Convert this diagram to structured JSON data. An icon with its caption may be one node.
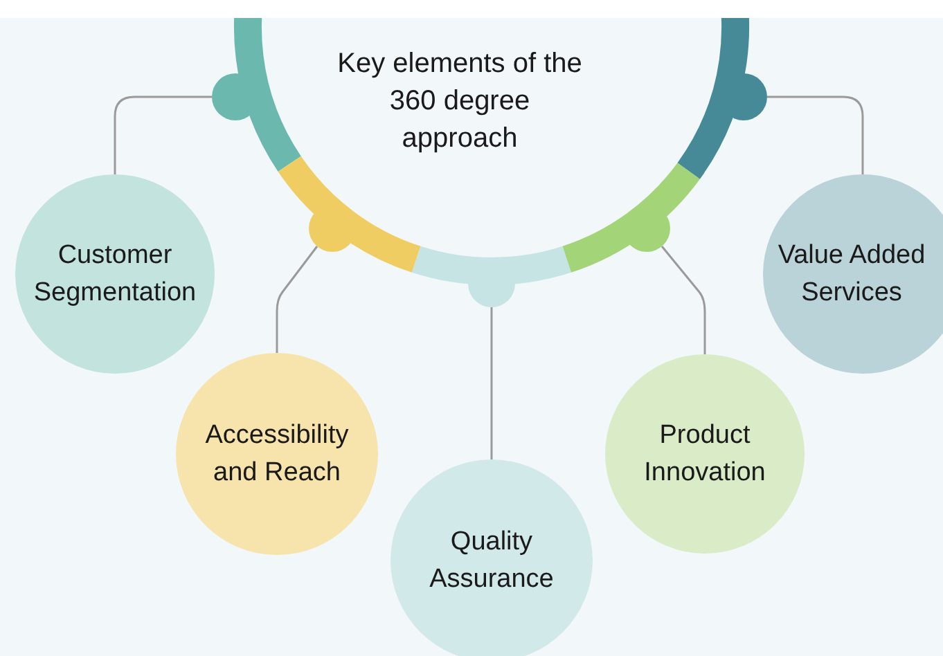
{
  "diagram": {
    "nodes": [
      {
        "text": [
          "Key elements of the 360 degree approach"
        ]
      },
      {
        "text": [
          "Customer Segmentation"
        ]
      },
      {
        "text": [
          "Accessibility and Reach"
        ]
      },
      {
        "text": [
          "Quality Assurance"
        ]
      },
      {
        "text": [
          "Product Innovation"
        ]
      },
      {
        "text": [
          "Value Added Services"
        ]
      }
    ],
    "edges": [
      {
        "from": 0,
        "to": 1,
        "arrow": "none"
      },
      {
        "from": 0,
        "to": 2,
        "arrow": "none"
      },
      {
        "from": 0,
        "to": 3,
        "arrow": "none"
      },
      {
        "from": 0,
        "to": 4,
        "arrow": "none"
      },
      {
        "from": 0,
        "to": 5,
        "arrow": "none"
      }
    ]
  }
}
